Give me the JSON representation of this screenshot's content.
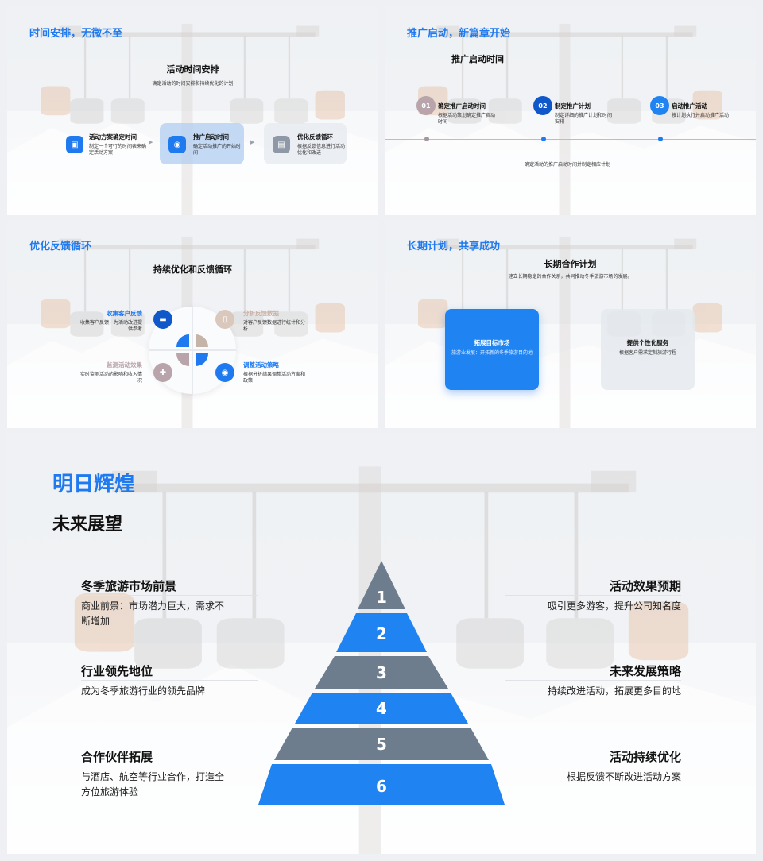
{
  "slide1": {
    "title": "时间安排，无微不至",
    "heading": "活动时间安排",
    "subheading": "确定活动的时间安排和持续优化的计划",
    "steps": [
      {
        "title": "活动方案确定时间",
        "desc": "制定一个可行的时间表来确定活动方案",
        "icon": "image-icon"
      },
      {
        "title": "推广启动时间",
        "desc": "确定活动推广的开始时间",
        "icon": "target-icon"
      },
      {
        "title": "优化反馈循环",
        "desc": "根据反馈信息进行活动优化和改进",
        "icon": "chat-icon"
      }
    ]
  },
  "slide2": {
    "title": "推广启动，新篇章开始",
    "heading": "推广启动时间",
    "items": [
      {
        "num": "01",
        "title": "确定推广启动时间",
        "desc": "根据活动策划确定推广启动时间"
      },
      {
        "num": "02",
        "title": "制定推广计划",
        "desc": "制定详细的推广计划和时间安排"
      },
      {
        "num": "03",
        "title": "启动推广活动",
        "desc": "按计划执行并启动推广活动"
      }
    ],
    "caption": "确定活动的推广启动时间并制定相应计划"
  },
  "slide3": {
    "title": "优化反馈循环",
    "heading": "持续优化和反馈循环",
    "items": [
      {
        "title": "收集客户反馈",
        "desc": "收集客户反馈，为活动改进提供参考",
        "icon": "briefcase-icon"
      },
      {
        "title": "分析反馈数据",
        "desc": "对客户反馈数据进行统计和分析",
        "icon": "document-icon"
      },
      {
        "title": "监测活动效果",
        "desc": "实时监测活动的影响和收入情况",
        "icon": "puzzle-icon"
      },
      {
        "title": "调整活动策略",
        "desc": "根据分析结果调整活动方案和政策",
        "icon": "target-icon"
      }
    ]
  },
  "slide4": {
    "title": "长期计划，共享成功",
    "heading": "长期合作计划",
    "subheading": "建立长期稳定的合作关系，共同推动冬季旅游市场的发展。",
    "cards": [
      {
        "title": "拓展目标市场",
        "desc": "旅游业发展：开拓新的冬季旅游目的地"
      },
      {
        "title": "提供个性化服务",
        "desc": "根据客户需求定制旅游行程"
      }
    ]
  },
  "slide5": {
    "title": "明日辉煌",
    "subtitle": "未来展望",
    "left": [
      {
        "title": "冬季旅游市场前景",
        "desc": "商业前景：市场潜力巨大，需求不断增加"
      },
      {
        "title": "行业领先地位",
        "desc": "成为冬季旅游行业的领先品牌"
      },
      {
        "title": "合作伙伴拓展",
        "desc": "与酒店、航空等行业合作，打造全方位旅游体验"
      }
    ],
    "right": [
      {
        "title": "活动效果预期",
        "desc": "吸引更多游客，提升公司知名度"
      },
      {
        "title": "未来发展策略",
        "desc": "持续改进活动，拓展更多目的地"
      },
      {
        "title": "活动持续优化",
        "desc": "根据反馈不断改进活动方案"
      }
    ],
    "pyramid": [
      "1",
      "2",
      "3",
      "4",
      "5",
      "6"
    ]
  },
  "colors": {
    "accent": "#1f7af0",
    "pyramid_blue": "#1f83f2",
    "pyramid_gray": "#6e7d8e",
    "muted_mauve": "#b8a4aa",
    "muted_gray": "#8e98a6",
    "dark_blue": "#1057c9"
  }
}
